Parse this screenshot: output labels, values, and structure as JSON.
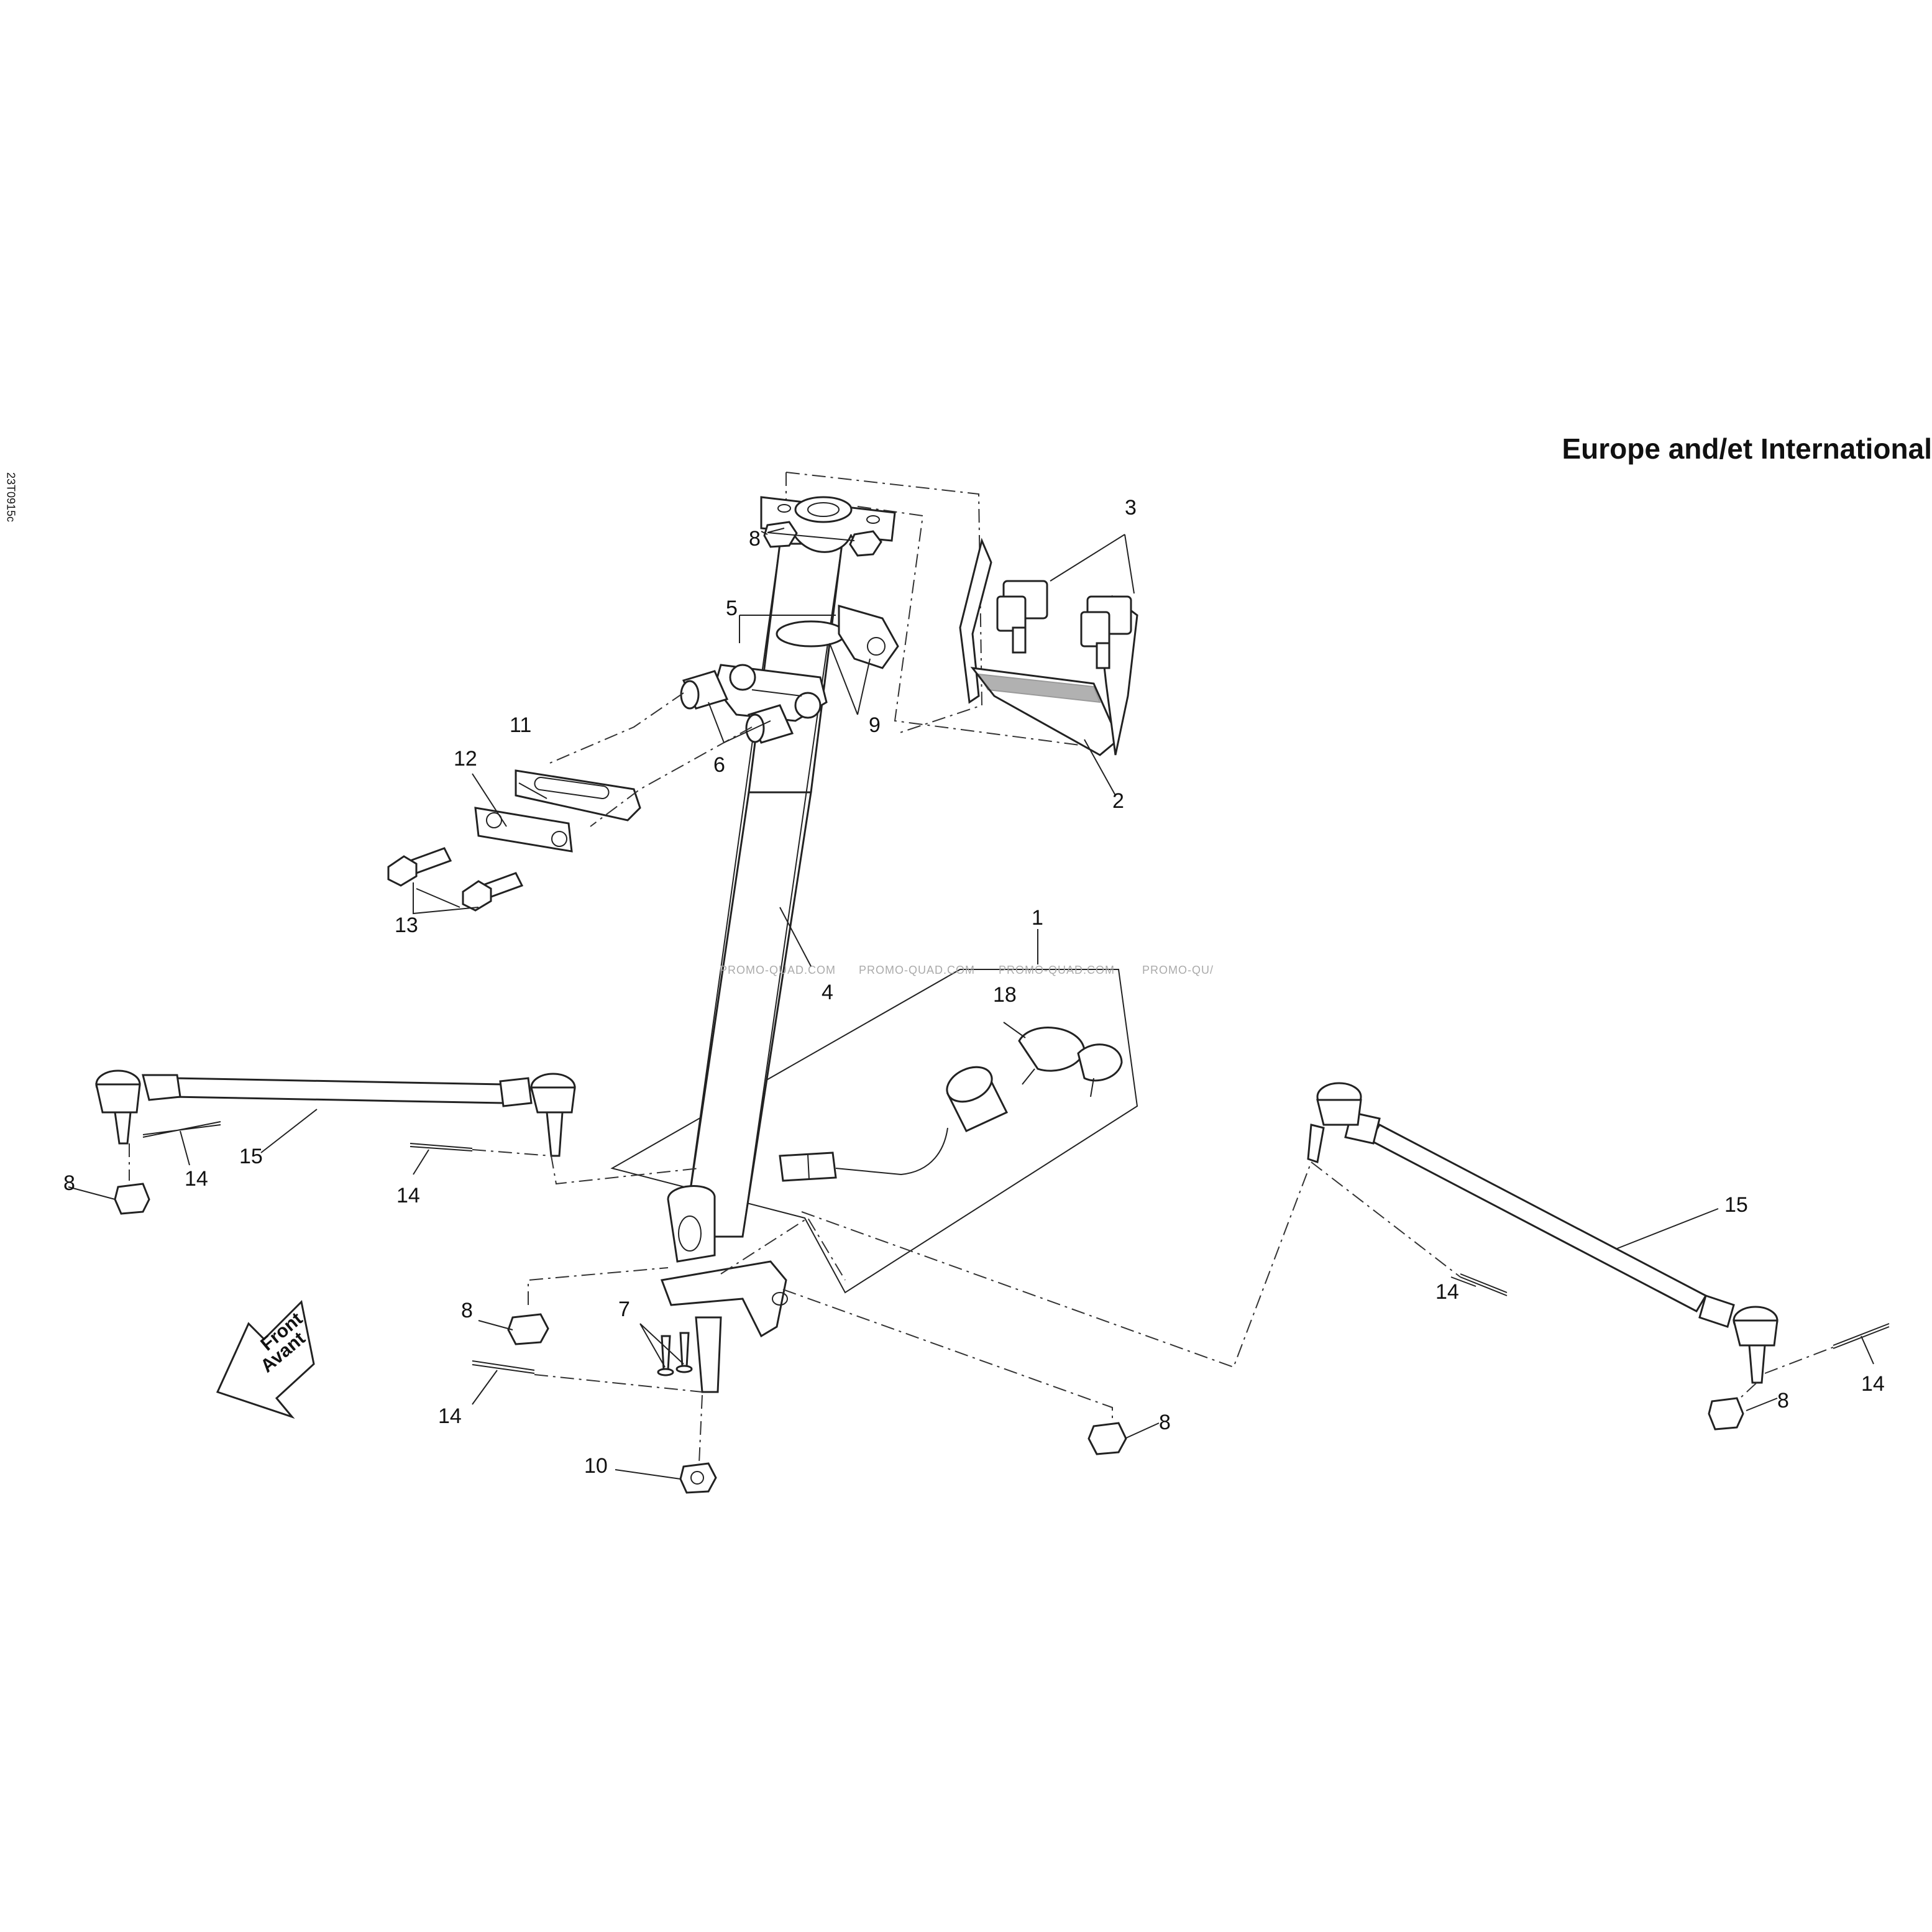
{
  "header": {
    "region_title": "Europe and/et International",
    "drawing_code": "23T0915c"
  },
  "watermarks": [
    "PROMO-QUAD.COM",
    "PROMO-QUAD.COM",
    "PROMO-QUAD.COM",
    "PROMO-QU/"
  ],
  "direction_arrow": {
    "line1": "Front",
    "line2": "Avant"
  },
  "callouts": {
    "c1": "1",
    "c2": "2",
    "c3": "3",
    "c4": "4",
    "c5": "5",
    "c6": "6",
    "c7": "7",
    "c8a": "8",
    "c8b": "8",
    "c8c": "8",
    "c8d": "8",
    "c8e": "8",
    "c9": "9",
    "c10": "10",
    "c11": "11",
    "c12": "12",
    "c13": "13",
    "c14a": "14",
    "c14b": "14",
    "c14c": "14",
    "c14d": "14",
    "c14e": "14",
    "c15a": "15",
    "c15b": "15",
    "c18": "18"
  }
}
